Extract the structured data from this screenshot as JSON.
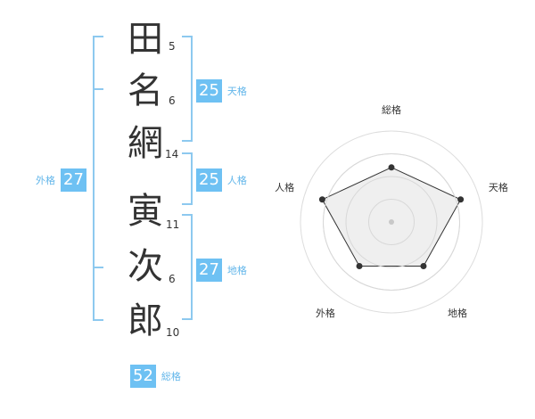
{
  "name": {
    "surname": [
      {
        "char": "田",
        "strokes": "5"
      },
      {
        "char": "名",
        "strokes": "6"
      },
      {
        "char": "網",
        "strokes": "14"
      }
    ],
    "given": [
      {
        "char": "寅",
        "strokes": "11"
      },
      {
        "char": "次",
        "strokes": "6"
      },
      {
        "char": "郎",
        "strokes": "10"
      }
    ]
  },
  "scores": {
    "tenkaku": {
      "value": "25",
      "label": "天格"
    },
    "jinkaku": {
      "value": "25",
      "label": "人格"
    },
    "chikaku": {
      "value": "27",
      "label": "地格"
    },
    "gaikaku": {
      "value": "27",
      "label": "外格"
    },
    "soukaku": {
      "value": "52",
      "label": "総格"
    }
  },
  "colors": {
    "accent": "#6ec1f3",
    "bracket": "#8dc9ef",
    "label": "#62b6ea"
  },
  "chart_data": {
    "type": "radar",
    "axes": [
      "総格",
      "天格",
      "地格",
      "外格",
      "人格"
    ],
    "values": [
      3,
      4,
      3,
      3,
      4
    ],
    "max": 5,
    "rings": 4
  }
}
